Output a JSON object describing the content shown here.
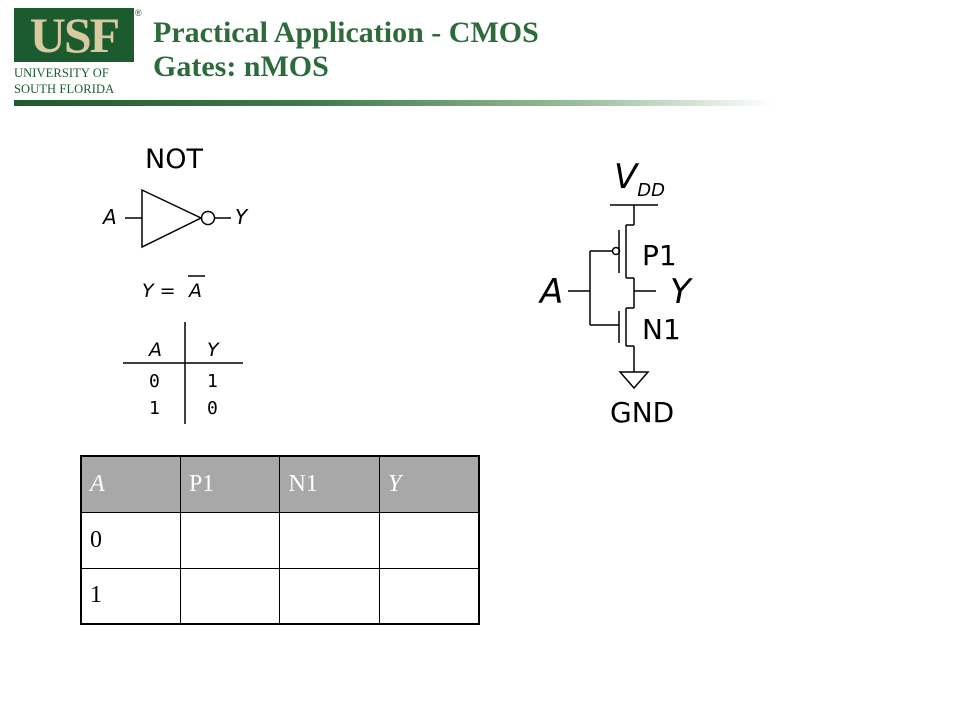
{
  "logo": {
    "wordmark": "USF",
    "registered": "®",
    "line1": "UNIVERSITY OF",
    "line2": "SOUTH FLORIDA"
  },
  "title": {
    "line1": "Practical Application - CMOS",
    "line2": "Gates: nMOS"
  },
  "gate": {
    "name": "NOT",
    "input": "A",
    "output": "Y",
    "equation_lhs": "Y =",
    "equation_var": "A",
    "truth_table": {
      "headers": [
        "A",
        "Y"
      ],
      "rows": [
        [
          "0",
          "1"
        ],
        [
          "1",
          "0"
        ]
      ]
    }
  },
  "circuit": {
    "vdd_main": "V",
    "vdd_sub": "DD",
    "pmos": "P1",
    "nmos": "N1",
    "input": "A",
    "output": "Y",
    "ground": "GND"
  },
  "table": {
    "headers": [
      "A",
      "P1",
      "N1",
      "Y"
    ],
    "rows": [
      [
        "0",
        "",
        "",
        ""
      ],
      [
        "1",
        "",
        "",
        ""
      ]
    ]
  },
  "colors": {
    "title": "#2e6b3c",
    "logo_bg": "#1c5b2e",
    "logo_text": "#d8c9a0",
    "gate_label": "#0000ff",
    "table_header_bg": "#a8a8a8"
  }
}
